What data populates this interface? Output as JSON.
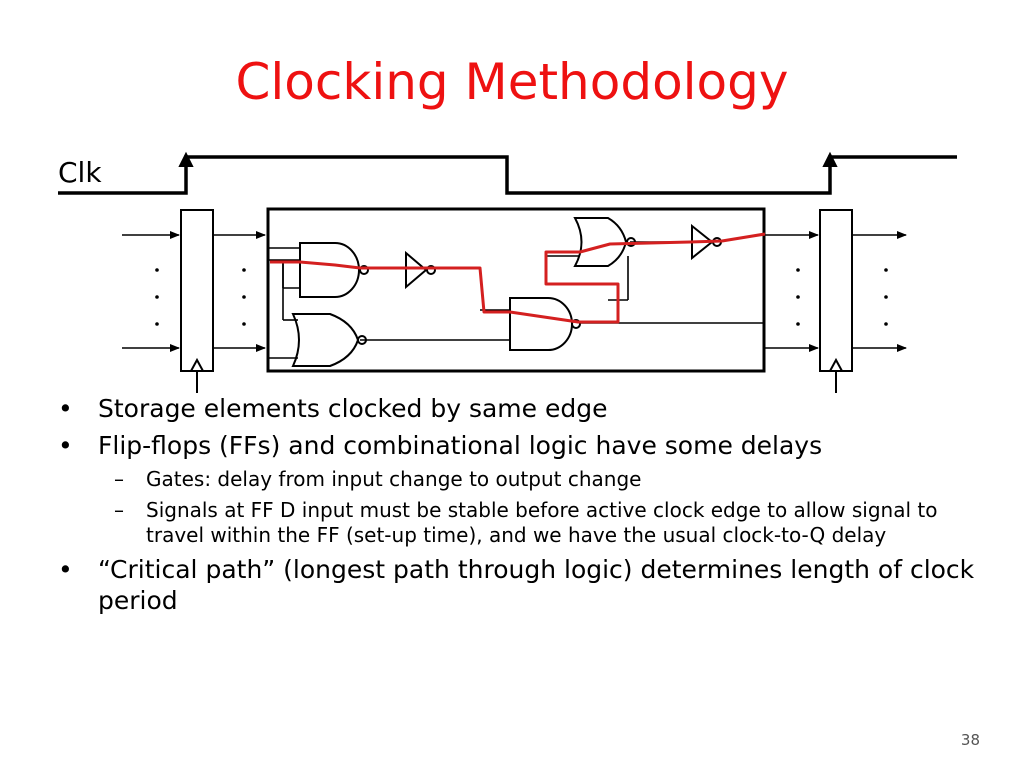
{
  "slide": {
    "title": "Clocking Methodology",
    "page_number": "38"
  },
  "diagram": {
    "clock_label": "Clk",
    "colors": {
      "title": "#ee1111",
      "critical_path": "#d42020",
      "wire": "#000000"
    }
  },
  "bullets": [
    {
      "text": "Storage elements clocked by same edge"
    },
    {
      "text": "Flip-flops (FFs) and combinational logic have some delays",
      "sub": [
        "Gates: delay from input change to output change",
        "Signals at FF D input must be stable before active clock edge to allow signal to travel within the FF (set-up time), and we have the usual clock-to-Q delay"
      ]
    },
    {
      "text": "“Critical path” (longest path through logic) determines length of clock period"
    }
  ]
}
